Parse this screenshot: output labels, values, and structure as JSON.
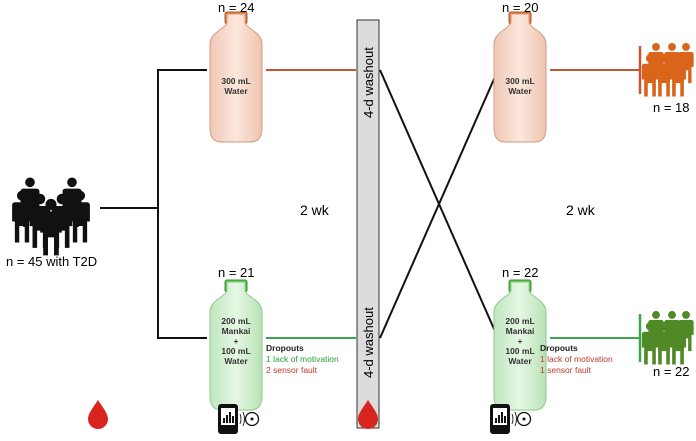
{
  "colors": {
    "orange_group": "#d9641a",
    "green_group": "#4f8a26",
    "water_line": "#c8552f",
    "mankai_line": "#3aa84a",
    "washout_bar": "#dcdcdc",
    "blood_drop": "#d8261f",
    "people": "#111111"
  },
  "cohort": {
    "label": "n = 45 with T2D",
    "icon": "people-group-icon"
  },
  "phase1": {
    "duration": "2 wk",
    "water_bottle": {
      "n": "n = 24",
      "line1": "300 mL",
      "line2": "Water"
    },
    "mankai_bottle": {
      "n": "n = 21",
      "line1": "200 mL",
      "line2": "Mankai",
      "line3": "+",
      "line4": "100 mL",
      "line5": "Water"
    },
    "dropouts": {
      "title": "Dropouts",
      "item1": "1 lack of motivation",
      "item2": "2 sensor fault"
    }
  },
  "washout": {
    "top": "4-d washout",
    "bottom": "4-d washout"
  },
  "phase2": {
    "duration": "2 wk",
    "water_bottle": {
      "n": "n = 20",
      "line1": "300 mL",
      "line2": "Water"
    },
    "mankai_bottle": {
      "n": "n = 22",
      "line1": "200 mL",
      "line2": "Mankai",
      "line3": "+",
      "line4": "100 mL",
      "line5": "Water"
    },
    "dropouts": {
      "title": "Dropouts",
      "item1": "1 lack of motivation",
      "item2": "1 sensor fault"
    }
  },
  "final": {
    "orange_n": "n = 18",
    "green_n": "n = 22"
  },
  "icons": [
    "blood-drop-icon",
    "glucose-monitor-icon",
    "blood-drop-icon",
    "glucose-monitor-icon"
  ]
}
